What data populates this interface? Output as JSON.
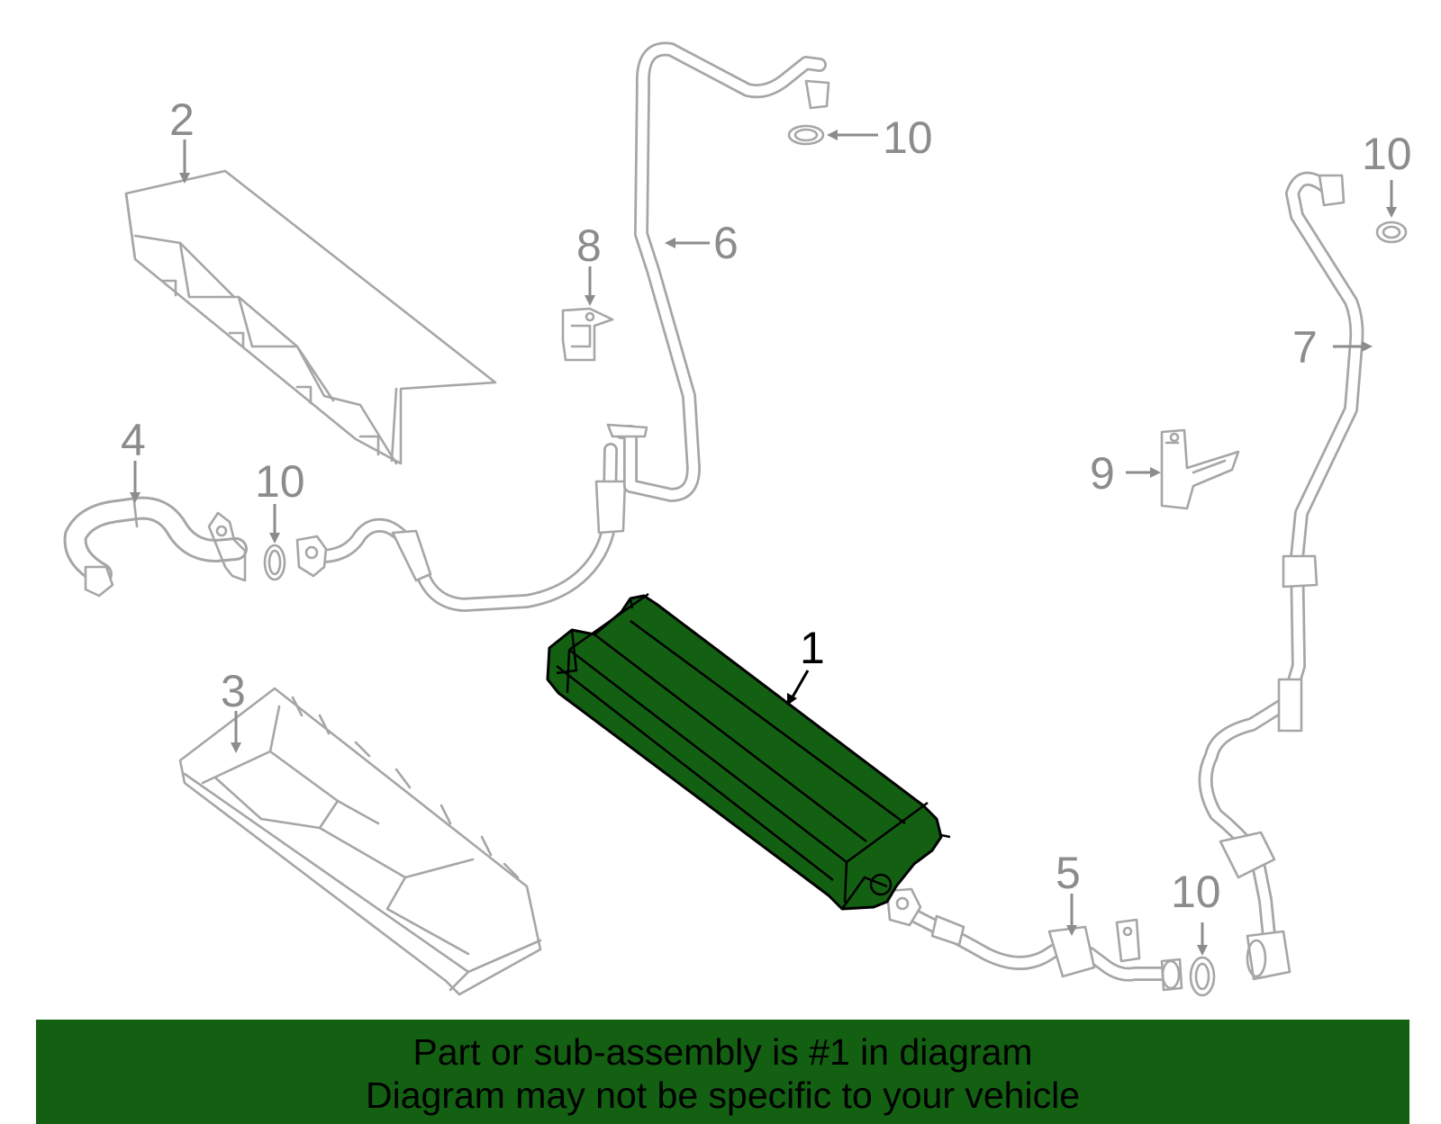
{
  "callouts": {
    "c1": "1",
    "c2": "2",
    "c3": "3",
    "c4": "4",
    "c5": "5",
    "c6": "6",
    "c7": "7",
    "c8": "8",
    "c9": "9",
    "c10": "10"
  },
  "caption": {
    "line1": "Part or sub-assembly is #1 in diagram",
    "line2": "Diagram may not be specific to your vehicle"
  },
  "colors": {
    "highlight": "#136012",
    "part_outline": "#a6a6a6",
    "callout_text": "#8c8c8c"
  }
}
